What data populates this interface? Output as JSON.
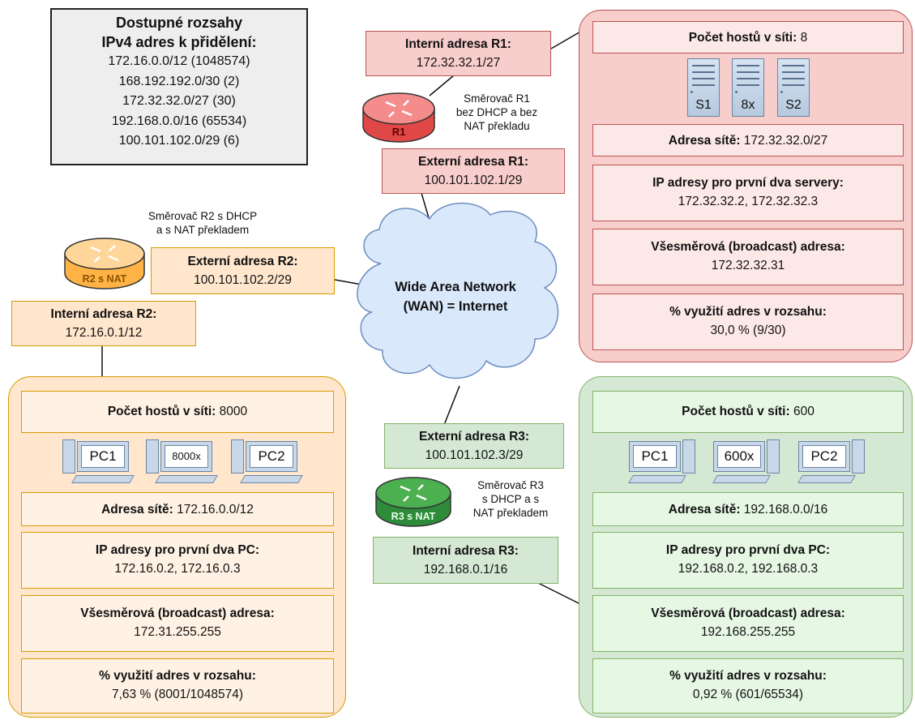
{
  "ranges": {
    "title_line1": "Dostupné rozsahy",
    "title_line2": "IPv4 adres k přidělení:",
    "items": [
      "172.16.0.0/12 (1048574)",
      "168.192.192.0/30 (2)",
      "172.32.32.0/27 (30)",
      "192.168.0.0/16 (65534)",
      "100.101.102.0/29 (6)"
    ]
  },
  "wan": {
    "line1": "Wide Area Network",
    "line2": "(WAN) = Internet"
  },
  "r1": {
    "internal_label": "Interní adresa R1:",
    "internal_value": "172.32.32.1/27",
    "router_label": "R1",
    "note": [
      "Směrovač R1",
      "bez DHCP a bez",
      "NAT překladu"
    ],
    "external_label": "Externí adresa R1:",
    "external_value": "100.101.102.1/29"
  },
  "r2": {
    "note": [
      "Směrovač R2 s DHCP",
      "a s NAT překladem"
    ],
    "router_label": "R2 s NAT",
    "external_label": "Externí adresa R2:",
    "external_value": "100.101.102.2/29",
    "internal_label": "Interní adresa R2:",
    "internal_value": "172.16.0.1/12"
  },
  "r3": {
    "external_label": "Externí adresa R3:",
    "external_value": "100.101.102.3/29",
    "router_label": "R3 s NAT",
    "note": [
      "Směrovač R3",
      "s DHCP a s",
      "NAT překladem"
    ],
    "internal_label": "Interní adresa R3:",
    "internal_value": "192.168.0.1/16"
  },
  "net1": {
    "hosts_label": "Počet hostů v síti:",
    "hosts_value": "8",
    "servers": [
      "S1",
      "8x",
      "S2"
    ],
    "net_label": "Adresa sítě:",
    "net_value": "172.32.32.0/27",
    "first_label": "IP adresy pro první dva servery:",
    "first_value": "172.32.32.2, 172.32.32.3",
    "bcast_label": "Všesměrová (broadcast) adresa:",
    "bcast_value": "172.32.32.31",
    "usage_label": "% využití adres v rozsahu:",
    "usage_value": "30,0 % (9/30)"
  },
  "net2": {
    "hosts_label": "Počet hostů v síti:",
    "hosts_value": "8000",
    "pcs": [
      "PC1",
      "8000x",
      "PC2"
    ],
    "net_label": "Adresa sítě:",
    "net_value": "172.16.0.0/12",
    "first_label": "IP adresy pro první dva PC:",
    "first_value": "172.16.0.2, 172.16.0.3",
    "bcast_label": "Všesměrová (broadcast) adresa:",
    "bcast_value": "172.31.255.255",
    "usage_label": "% využití adres v rozsahu:",
    "usage_value": "7,63 % (8001/1048574)"
  },
  "net3": {
    "hosts_label": "Počet hostů v síti:",
    "hosts_value": "600",
    "pcs": [
      "PC1",
      "600x",
      "PC2"
    ],
    "net_label": "Adresa sítě:",
    "net_value": "192.168.0.0/16",
    "first_label": "IP adresy pro první dva PC:",
    "first_value": "192.168.0.2, 192.168.0.3",
    "bcast_label": "Všesměrová (broadcast) adresa:",
    "bcast_value": "192.168.255.255",
    "usage_label": "% využití adres v rozsahu:",
    "usage_value": "0,92 % (601/65534)"
  },
  "colors": {
    "red": "#f8cecc",
    "orange": "#ffe6cc",
    "green": "#d5e8d4",
    "cloud": "#dae8fc"
  }
}
